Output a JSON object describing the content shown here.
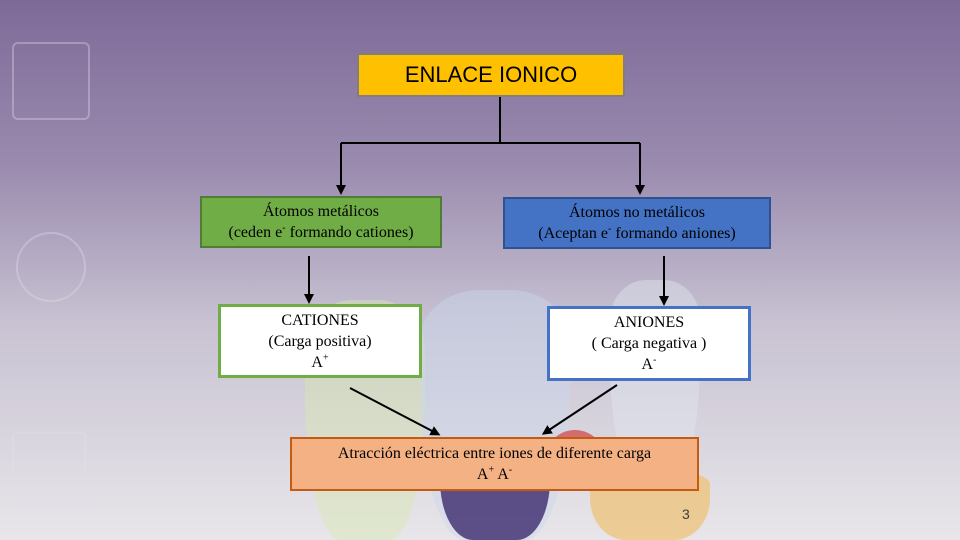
{
  "title": "ENLACE IONICO",
  "metal": {
    "line1": "Átomos metálicos",
    "line2_pre": "(ceden e",
    "line2_sup": "-",
    "line2_post": " formando cationes)"
  },
  "nonmetal": {
    "line1": "Átomos no metálicos",
    "line2_pre": "(Aceptan e",
    "line2_sup": "-",
    "line2_post": " formando aniones)"
  },
  "cation": {
    "line1": "CATIONES",
    "line2": "(Carga positiva)",
    "sym": "A",
    "sym_sup": "+"
  },
  "anion": {
    "line1": "ANIONES",
    "line2": "( Carga negativa )",
    "sym": "A",
    "sym_sup": "-"
  },
  "attraction": {
    "line1": "Atracción eléctrica entre iones de diferente carga",
    "sym1": "A",
    "sym1_sup": "+",
    "sym2": " A",
    "sym2_sup": "-"
  },
  "page_number": "3",
  "colors": {
    "title_fill": "#ffc000",
    "metal_fill": "#70ad47",
    "nonmetal_fill": "#4472c4",
    "attraction_fill": "#f4b183"
  }
}
